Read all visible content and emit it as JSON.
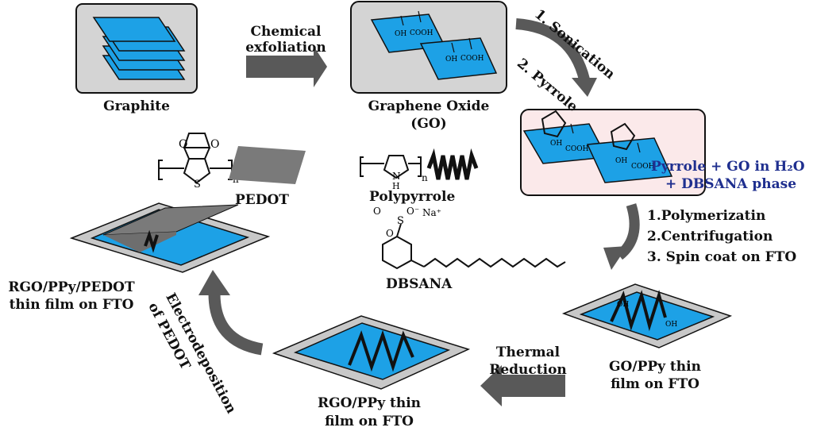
{
  "labels": {
    "graphite": "Graphite",
    "chemical_exfoliation_1": "Chemical",
    "chemical_exfoliation_2": "exfoliation",
    "go_1": "Graphene Oxide",
    "go_2": "(GO)",
    "sonication": "1. Sonication",
    "pyrrole_step": "2. Pyrrole",
    "pyrrole_go_1": "Pyrrole + GO in H₂O",
    "pyrrole_go_2": "+ DBSANA phase",
    "step_polymerization": "1.Polymerizatin",
    "step_centrifugation": "2.Centrifugation",
    "step_spincoat": "3. Spin coat on FTO",
    "pedot": "PEDOT",
    "polypyrrole": "Polypyrrole",
    "dbsana": "DBSANA",
    "rgo_ppy_pedot_1": "RGO/PPy/PEDOT",
    "rgo_ppy_pedot_2": "thin film on FTO",
    "electrodeposition_1": "Electrodeposition",
    "electrodeposition_2": "of PEDOT",
    "go_ppy_1": "GO/PPy thin",
    "go_ppy_2": "film on FTO",
    "thermal_1": "Thermal",
    "thermal_2": "Reduction",
    "rgo_ppy_1": "RGO/PPy thin",
    "rgo_ppy_2": "film on FTO"
  },
  "chemistry": {
    "oh": "OH",
    "cooh": "COOH",
    "o": "O",
    "s": "S",
    "n": "n",
    "nh": "N",
    "h": "H",
    "so3": "S",
    "o_minus": "O⁻",
    "na_plus": "Na⁺"
  },
  "colors": {
    "sheet": "#1da1e6",
    "box_gray": "#d4d4d4",
    "box_pink": "#fbe9ea",
    "arrow": "#5a5a5a",
    "fto": "#c8c8c8",
    "pedot_film": "#7a7a7a"
  }
}
